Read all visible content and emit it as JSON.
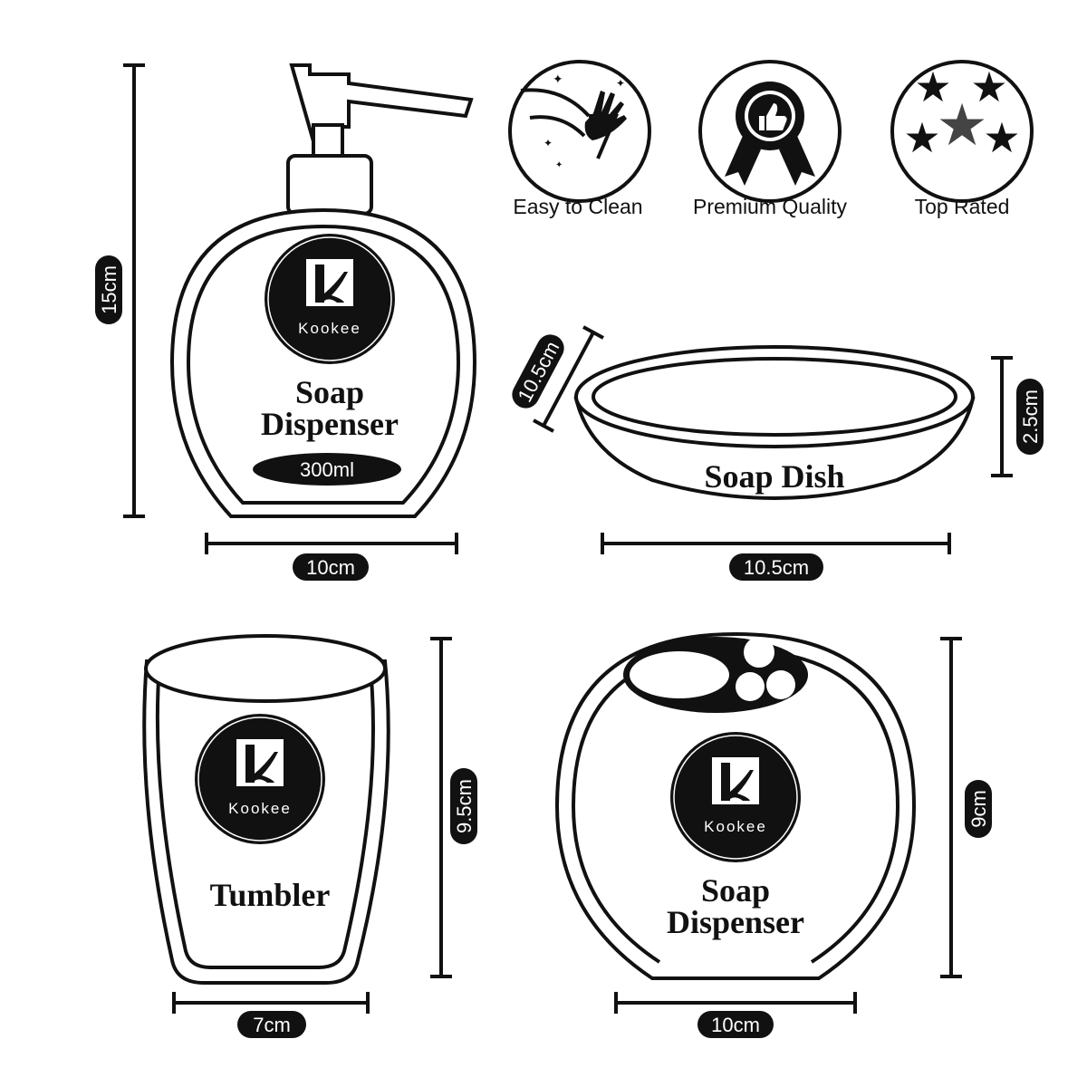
{
  "brand": {
    "name": "Kookee",
    "logo_letter": "k"
  },
  "colors": {
    "ink": "#111111",
    "background": "#ffffff"
  },
  "features": [
    {
      "label": "Easy to Clean",
      "icon": "hand-sparkle-icon"
    },
    {
      "label": "Premium Quality",
      "icon": "thumbs-up-badge-icon"
    },
    {
      "label": "Top Rated",
      "icon": "stars-icon"
    }
  ],
  "products": {
    "soap_dispenser": {
      "name_line1": "Soap",
      "name_line2": "Dispenser",
      "capacity": "300ml",
      "height": "15cm",
      "width": "10cm"
    },
    "soap_dish": {
      "name": "Soap Dish",
      "depth": "10.5cm",
      "height": "2.5cm",
      "width": "10.5cm"
    },
    "tumbler": {
      "name": "Tumbler",
      "height": "9.5cm",
      "width": "7cm"
    },
    "toothbrush_holder": {
      "name_line1": "Soap",
      "name_line2": "Dispenser",
      "height": "9cm",
      "width": "10cm"
    }
  }
}
